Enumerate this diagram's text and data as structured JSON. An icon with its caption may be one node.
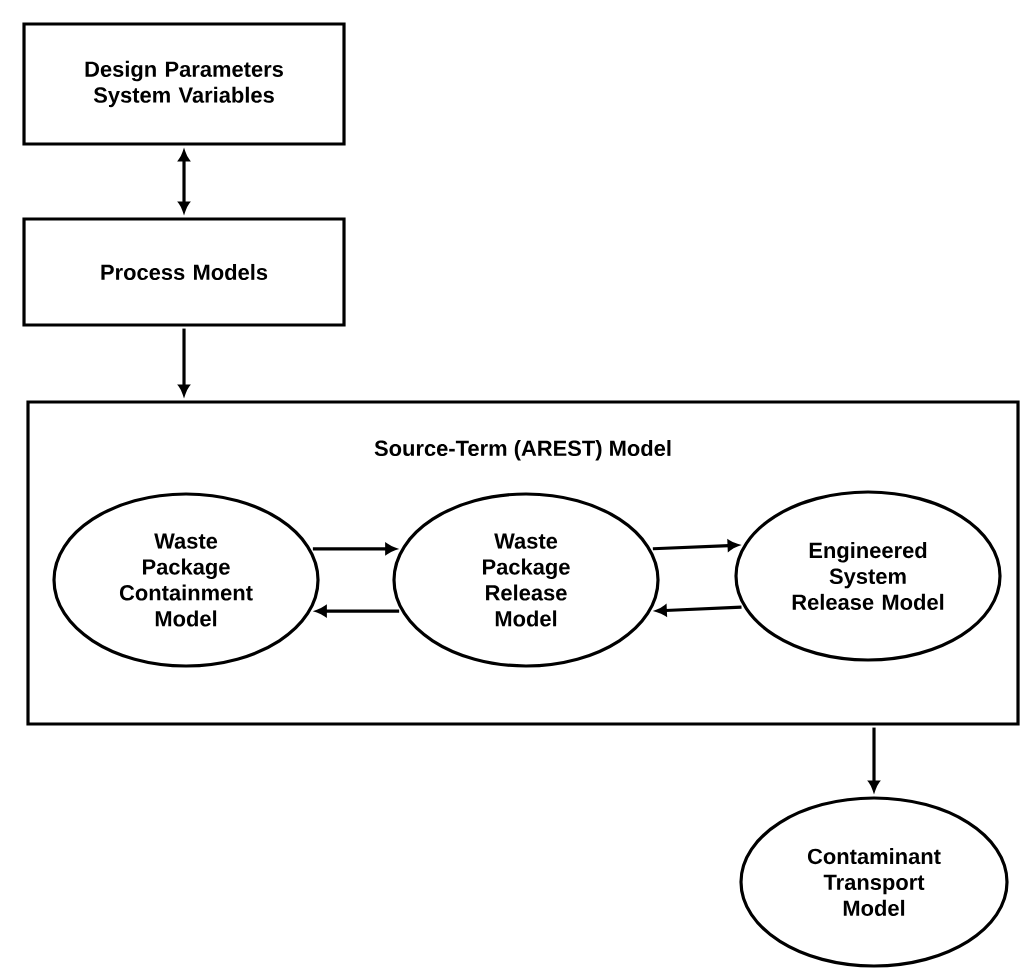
{
  "diagram": {
    "nodes": [
      {
        "text": [
          "Design Parameters System Variables"
        ]
      },
      {
        "text": [
          "Process Models"
        ]
      },
      {
        "text": [
          "Source-Term (AREST) Model"
        ]
      },
      {
        "text": [
          "Waste Package Containment Model"
        ],
        "in": 2
      },
      {
        "text": [
          "Waste Package Release Model"
        ],
        "in": 2
      },
      {
        "text": [
          "Engineered System Release Model"
        ],
        "in": 2
      },
      {
        "text": [
          "Contaminant Transport Model"
        ]
      }
    ],
    "edges": [
      {
        "from": 0,
        "to": 1,
        "arrow": "both"
      },
      {
        "from": 1,
        "to": 2,
        "arrow": "to"
      },
      {
        "from": 3,
        "to": 4,
        "arrow": "to"
      },
      {
        "from": 4,
        "to": 3,
        "arrow": "to"
      },
      {
        "from": 4,
        "to": 5,
        "arrow": "to"
      },
      {
        "from": 5,
        "to": 4,
        "arrow": "to"
      },
      {
        "from": 2,
        "to": 6,
        "arrow": "to"
      }
    ]
  }
}
